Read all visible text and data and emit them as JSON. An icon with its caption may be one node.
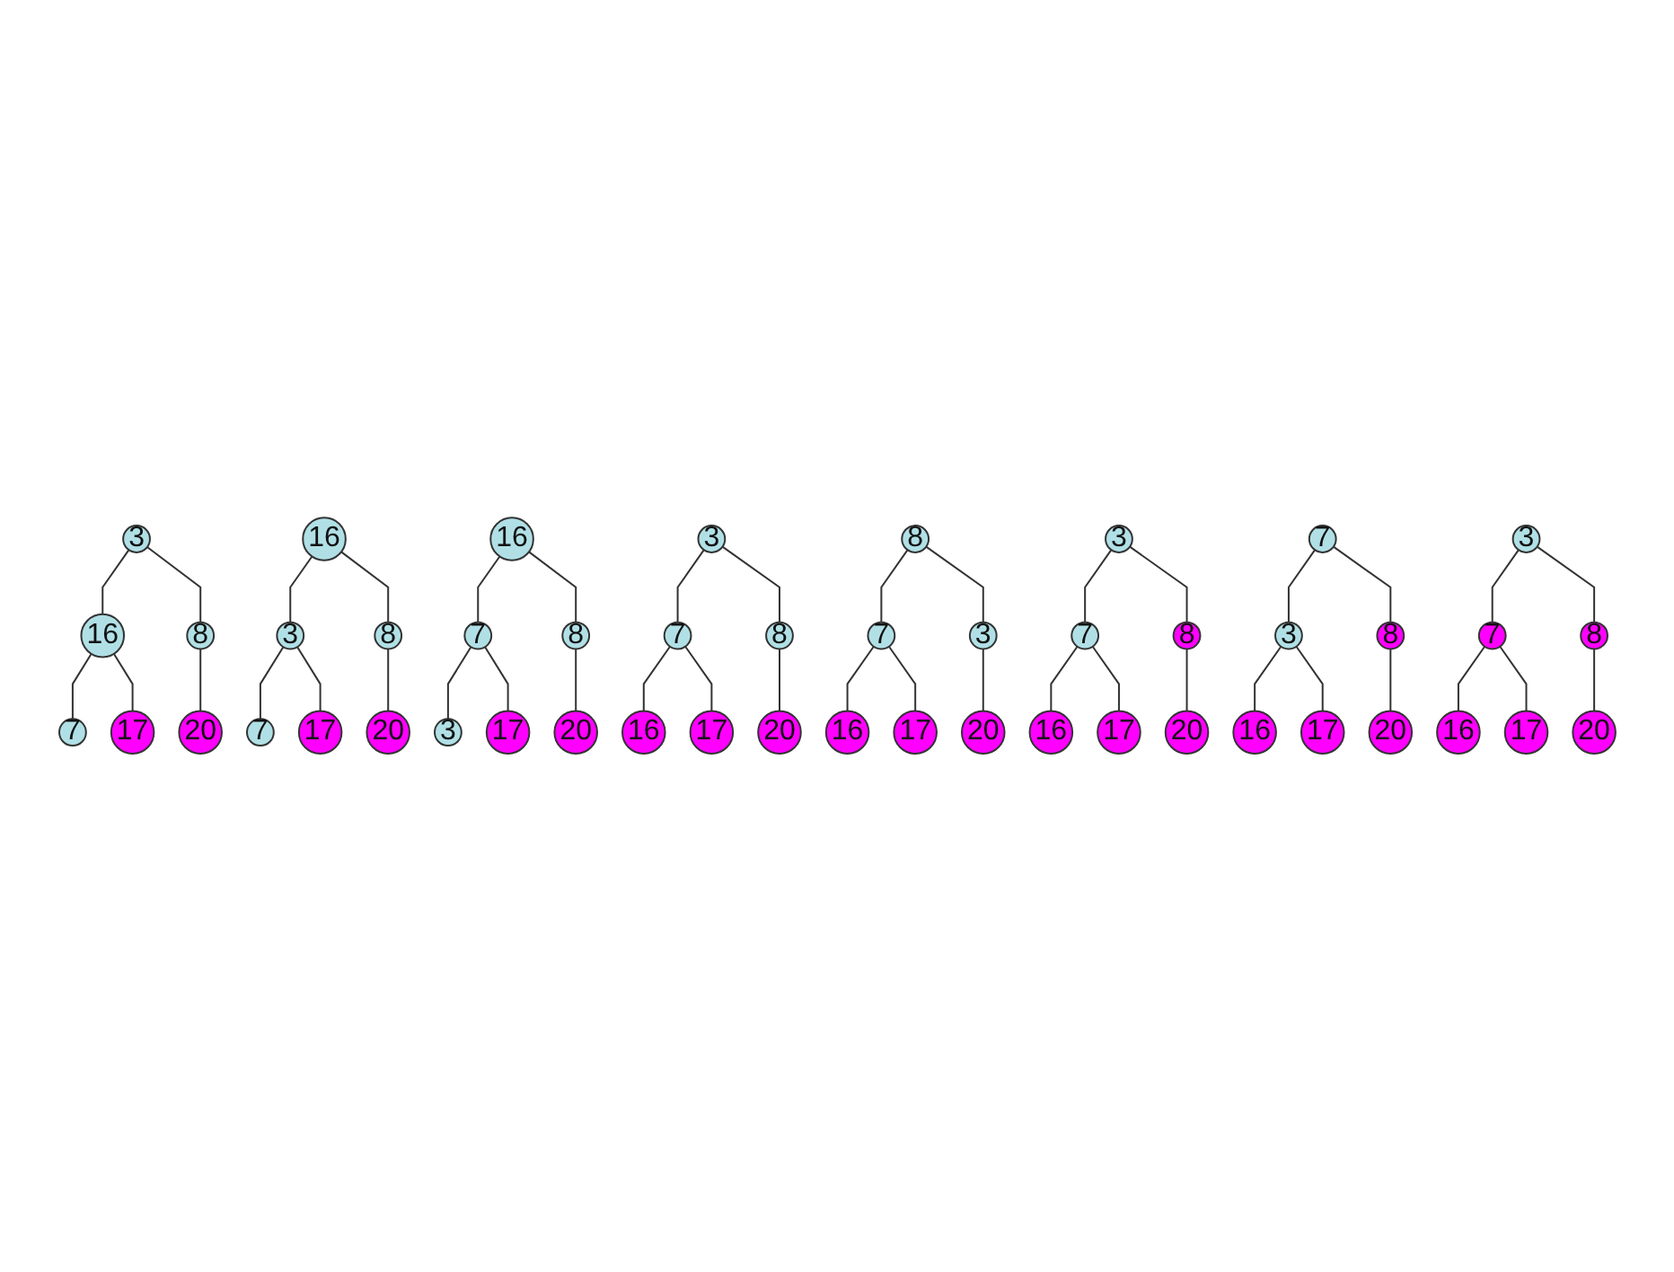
{
  "diagram": {
    "nodes": [
      {
        "text": [
          "3"
        ]
      },
      {
        "text": [
          "16"
        ]
      },
      {
        "text": [
          "8"
        ]
      },
      {
        "text": [
          "7"
        ]
      },
      {
        "text": [
          "17"
        ]
      },
      {
        "text": [
          "20"
        ]
      },
      {
        "text": [
          "16"
        ]
      },
      {
        "text": [
          "3"
        ]
      },
      {
        "text": [
          "8"
        ]
      },
      {
        "text": [
          "7"
        ]
      },
      {
        "text": [
          "17"
        ]
      },
      {
        "text": [
          "20"
        ]
      },
      {
        "text": [
          "16"
        ]
      },
      {
        "text": [
          "7"
        ]
      },
      {
        "text": [
          "8"
        ]
      },
      {
        "text": [
          "3"
        ]
      },
      {
        "text": [
          "17"
        ]
      },
      {
        "text": [
          "20"
        ]
      },
      {
        "text": [
          "3"
        ]
      },
      {
        "text": [
          "7"
        ]
      },
      {
        "text": [
          "8"
        ]
      },
      {
        "text": [
          "16"
        ]
      },
      {
        "text": [
          "17"
        ]
      },
      {
        "text": [
          "20"
        ]
      },
      {
        "text": [
          "8"
        ]
      },
      {
        "text": [
          "7"
        ]
      },
      {
        "text": [
          "3"
        ]
      },
      {
        "text": [
          "16"
        ]
      },
      {
        "text": [
          "17"
        ]
      },
      {
        "text": [
          "20"
        ]
      },
      {
        "text": [
          "3"
        ]
      },
      {
        "text": [
          "7"
        ]
      },
      {
        "text": [
          "8"
        ]
      },
      {
        "text": [
          "16"
        ]
      },
      {
        "text": [
          "17"
        ]
      },
      {
        "text": [
          "20"
        ]
      },
      {
        "text": [
          "7"
        ]
      },
      {
        "text": [
          "3"
        ]
      },
      {
        "text": [
          "8"
        ]
      },
      {
        "text": [
          "16"
        ]
      },
      {
        "text": [
          "17"
        ]
      },
      {
        "text": [
          "20"
        ]
      },
      {
        "text": [
          "3"
        ]
      },
      {
        "text": [
          "7"
        ]
      },
      {
        "text": [
          "8"
        ]
      },
      {
        "text": [
          "16"
        ]
      },
      {
        "text": [
          "17"
        ]
      },
      {
        "text": [
          "20"
        ]
      }
    ],
    "edges": [
      {
        "from": 0,
        "to": 1,
        "arrow": "none"
      },
      {
        "from": 0,
        "to": 2,
        "arrow": "none"
      },
      {
        "from": 1,
        "to": 3,
        "arrow": "none"
      },
      {
        "from": 1,
        "to": 4,
        "arrow": "none"
      },
      {
        "from": 2,
        "to": 5,
        "arrow": "none"
      },
      {
        "from": 6,
        "to": 7,
        "arrow": "none"
      },
      {
        "from": 6,
        "to": 8,
        "arrow": "none"
      },
      {
        "from": 7,
        "to": 9,
        "arrow": "none"
      },
      {
        "from": 7,
        "to": 10,
        "arrow": "none"
      },
      {
        "from": 8,
        "to": 11,
        "arrow": "none"
      },
      {
        "from": 12,
        "to": 13,
        "arrow": "none"
      },
      {
        "from": 12,
        "to": 14,
        "arrow": "none"
      },
      {
        "from": 13,
        "to": 15,
        "arrow": "none"
      },
      {
        "from": 13,
        "to": 16,
        "arrow": "none"
      },
      {
        "from": 14,
        "to": 17,
        "arrow": "none"
      },
      {
        "from": 18,
        "to": 19,
        "arrow": "none"
      },
      {
        "from": 18,
        "to": 20,
        "arrow": "none"
      },
      {
        "from": 19,
        "to": 21,
        "arrow": "none"
      },
      {
        "from": 19,
        "to": 22,
        "arrow": "none"
      },
      {
        "from": 20,
        "to": 23,
        "arrow": "none"
      },
      {
        "from": 24,
        "to": 25,
        "arrow": "none"
      },
      {
        "from": 24,
        "to": 26,
        "arrow": "none"
      },
      {
        "from": 25,
        "to": 27,
        "arrow": "none"
      },
      {
        "from": 25,
        "to": 28,
        "arrow": "none"
      },
      {
        "from": 26,
        "to": 29,
        "arrow": "none"
      },
      {
        "from": 30,
        "to": 31,
        "arrow": "none"
      },
      {
        "from": 30,
        "to": 32,
        "arrow": "none"
      },
      {
        "from": 31,
        "to": 33,
        "arrow": "none"
      },
      {
        "from": 31,
        "to": 34,
        "arrow": "none"
      },
      {
        "from": 32,
        "to": 35,
        "arrow": "none"
      },
      {
        "from": 36,
        "to": 37,
        "arrow": "none"
      },
      {
        "from": 36,
        "to": 38,
        "arrow": "none"
      },
      {
        "from": 37,
        "to": 39,
        "arrow": "none"
      },
      {
        "from": 37,
        "to": 40,
        "arrow": "none"
      },
      {
        "from": 38,
        "to": 41,
        "arrow": "none"
      },
      {
        "from": 42,
        "to": 43,
        "arrow": "none"
      },
      {
        "from": 42,
        "to": 44,
        "arrow": "none"
      },
      {
        "from": 43,
        "to": 45,
        "arrow": "none"
      },
      {
        "from": 43,
        "to": 46,
        "arrow": "none"
      },
      {
        "from": 44,
        "to": 47,
        "arrow": "none"
      }
    ]
  }
}
